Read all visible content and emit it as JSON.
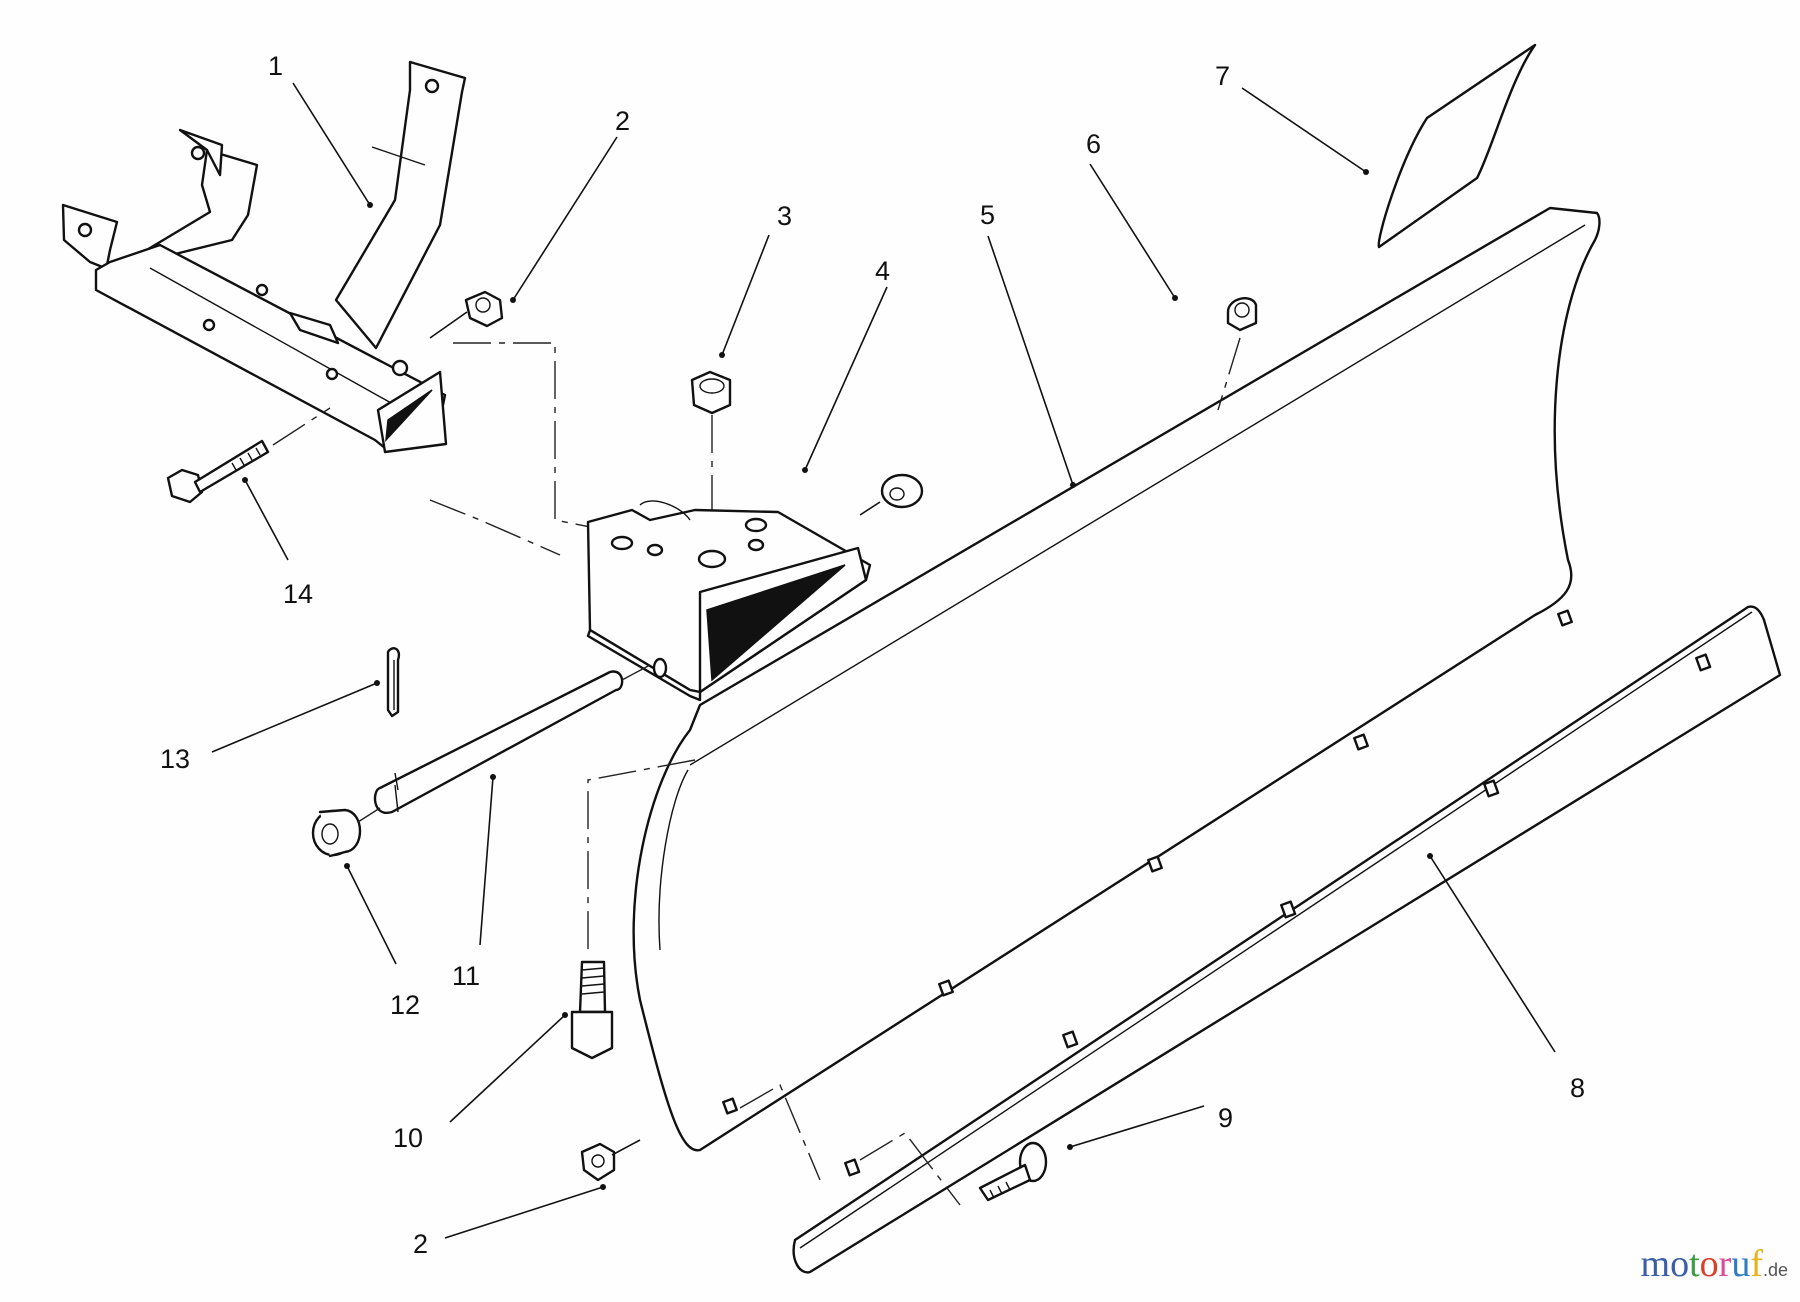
{
  "diagram": {
    "type": "exploded parts diagram",
    "subject": "Snow plow blade assembly"
  },
  "callouts": [
    {
      "id": "c1",
      "label": "1"
    },
    {
      "id": "c2a",
      "label": "2"
    },
    {
      "id": "c3",
      "label": "3"
    },
    {
      "id": "c4",
      "label": "4"
    },
    {
      "id": "c5",
      "label": "5"
    },
    {
      "id": "c6",
      "label": "6"
    },
    {
      "id": "c7",
      "label": "7"
    },
    {
      "id": "c8",
      "label": "8"
    },
    {
      "id": "c9",
      "label": "9"
    },
    {
      "id": "c10",
      "label": "10"
    },
    {
      "id": "c11",
      "label": "11"
    },
    {
      "id": "c12",
      "label": "12"
    },
    {
      "id": "c13",
      "label": "13"
    },
    {
      "id": "c14",
      "label": "14"
    },
    {
      "id": "c2b",
      "label": "2"
    }
  ],
  "watermark": {
    "letters": [
      "m",
      "o",
      "t",
      "o",
      "r",
      "u",
      "f"
    ],
    "colors": [
      "#3a5fa8",
      "#3a5fa8",
      "#3d9a45",
      "#d9402b",
      "#e04a9b",
      "#2f7cc0",
      "#e8b21a"
    ],
    "tld": ".de"
  }
}
